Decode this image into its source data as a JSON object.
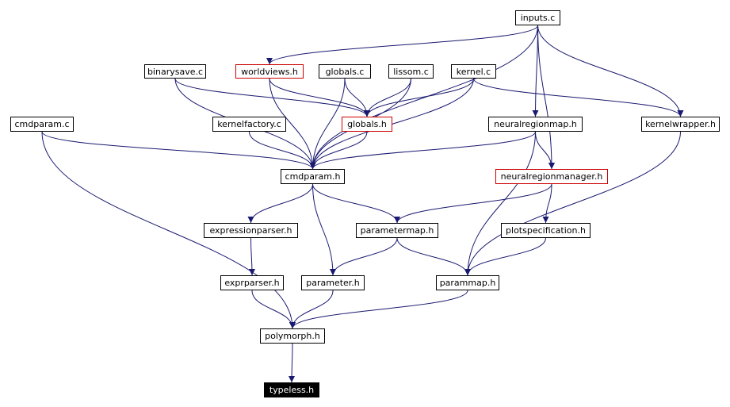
{
  "colors": {
    "edge": "#191970",
    "node_border": "#000000",
    "highlight_border": "#cc0000",
    "root_fill": "#000000",
    "root_text": "#ffffff"
  },
  "nodes": {
    "inputs_c": "inputs.c",
    "binarysave_c": "binarysave.c",
    "worldviews_h": "worldviews.h",
    "globals_c": "globals.c",
    "lissom_c": "lissom.c",
    "kernel_c": "kernel.c",
    "cmdparam_c": "cmdparam.c",
    "kernelfactory_c": "kernelfactory.c",
    "globals_h": "globals.h",
    "neuralregionmap_h": "neuralregionmap.h",
    "kernelwrapper_h": "kernelwrapper.h",
    "cmdparam_h": "cmdparam.h",
    "neuralregionmanager_h": "neuralregionmanager.h",
    "expressionparser_h": "expressionparser.h",
    "parametermap_h": "parametermap.h",
    "plotspecification_h": "plotspecification.h",
    "exprparser_h": "exprparser.h",
    "parameter_h": "parameter.h",
    "parammap_h": "parammap.h",
    "polymorph_h": "polymorph.h",
    "typeless_h": "typeless.h"
  },
  "edges": [
    [
      "inputs_c",
      "worldviews_h"
    ],
    [
      "inputs_c",
      "cmdparam_h"
    ],
    [
      "inputs_c",
      "neuralregionmap_h"
    ],
    [
      "inputs_c",
      "kernelwrapper_h"
    ],
    [
      "inputs_c",
      "neuralregionmanager_h"
    ],
    [
      "binarysave_c",
      "globals_h"
    ],
    [
      "binarysave_c",
      "cmdparam_h"
    ],
    [
      "worldviews_h",
      "globals_h"
    ],
    [
      "worldviews_h",
      "cmdparam_h"
    ],
    [
      "globals_c",
      "globals_h"
    ],
    [
      "globals_c",
      "cmdparam_h"
    ],
    [
      "lissom_c",
      "globals_h"
    ],
    [
      "lissom_c",
      "cmdparam_h"
    ],
    [
      "kernel_c",
      "globals_h"
    ],
    [
      "kernel_c",
      "cmdparam_h"
    ],
    [
      "kernel_c",
      "kernelwrapper_h"
    ],
    [
      "cmdparam_c",
      "cmdparam_h"
    ],
    [
      "cmdparam_c",
      "polymorph_h"
    ],
    [
      "kernelfactory_c",
      "cmdparam_h"
    ],
    [
      "globals_h",
      "cmdparam_h"
    ],
    [
      "neuralregionmap_h",
      "cmdparam_h"
    ],
    [
      "neuralregionmap_h",
      "neuralregionmanager_h"
    ],
    [
      "neuralregionmap_h",
      "parammap_h"
    ],
    [
      "kernelwrapper_h",
      "parammap_h"
    ],
    [
      "cmdparam_h",
      "expressionparser_h"
    ],
    [
      "cmdparam_h",
      "parametermap_h"
    ],
    [
      "cmdparam_h",
      "parameter_h"
    ],
    [
      "neuralregionmanager_h",
      "parametermap_h"
    ],
    [
      "neuralregionmanager_h",
      "plotspecification_h"
    ],
    [
      "expressionparser_h",
      "exprparser_h"
    ],
    [
      "parametermap_h",
      "parameter_h"
    ],
    [
      "parametermap_h",
      "parammap_h"
    ],
    [
      "plotspecification_h",
      "parammap_h"
    ],
    [
      "exprparser_h",
      "polymorph_h"
    ],
    [
      "parameter_h",
      "polymorph_h"
    ],
    [
      "parammap_h",
      "polymorph_h"
    ],
    [
      "polymorph_h",
      "typeless_h"
    ]
  ]
}
